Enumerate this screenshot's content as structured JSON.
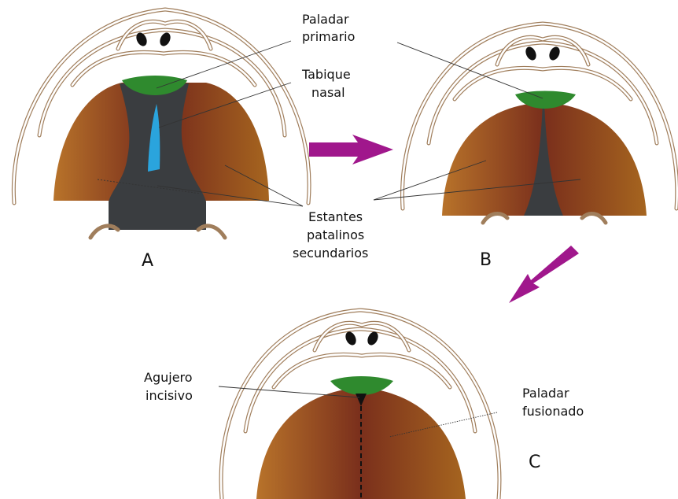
{
  "labels": {
    "paladar_primario": [
      "Paladar",
      "primario"
    ],
    "tabique_nasal": [
      "Tabique",
      "nasal"
    ],
    "estantes": [
      "Estantes",
      "patalinos",
      "secundarios"
    ],
    "agujero_incisivo": [
      "Agujero",
      "incisivo"
    ],
    "paladar_fusionado": [
      "Paladar",
      "fusionado"
    ]
  },
  "panels": {
    "a": "A",
    "b": "B",
    "c": "C"
  },
  "colors": {
    "brown_light": "#b8732a",
    "brown_dark": "#7a2f1c",
    "green": "#2f8a2e",
    "nasal_septum_blue": "#2aa4dd",
    "dark_gray": "#3a3d40",
    "arrow_magenta": "#a0178c",
    "outline_tan": "#a07e5c"
  }
}
